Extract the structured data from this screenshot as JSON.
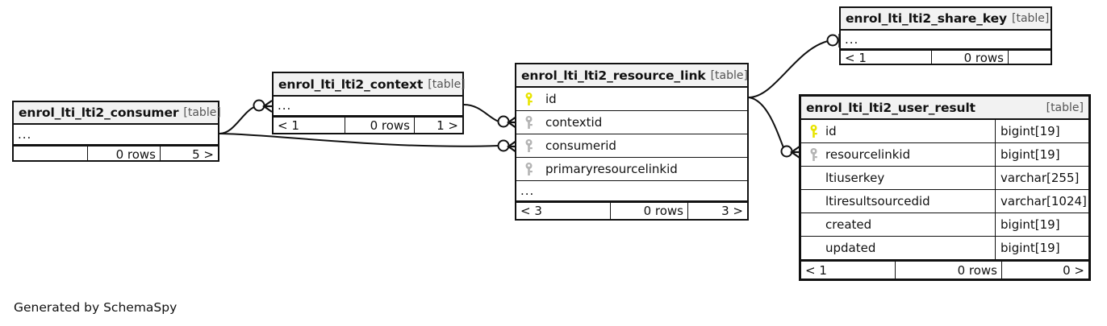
{
  "diagram": {
    "title_suffix": "[table]",
    "credit": "Generated by SchemaSpy",
    "colors": {
      "pk_key": "#e8e400",
      "fk_key": "#b4b4b4",
      "header_bg": "#f2f2f2",
      "border": "#111111"
    }
  },
  "tables": [
    {
      "name": "enrol_lti_lti2_consumer",
      "kind": "[table]",
      "ellipsis": "...",
      "columns": [],
      "footer": {
        "left": "",
        "middle": "0 rows",
        "right": "5 >"
      }
    },
    {
      "name": "enrol_lti_lti2_context",
      "kind": "[table]",
      "ellipsis": "...",
      "columns": [],
      "footer": {
        "left": "< 1",
        "middle": "0 rows",
        "right": "1 >"
      }
    },
    {
      "name": "enrol_lti_lti2_resource_link",
      "kind": "[table]",
      "ellipsis": "...",
      "columns": [
        {
          "key": "pk",
          "name": "id",
          "type": ""
        },
        {
          "key": "fk",
          "name": "contextid",
          "type": ""
        },
        {
          "key": "fk",
          "name": "consumerid",
          "type": ""
        },
        {
          "key": "fk",
          "name": "primaryresourcelinkid",
          "type": ""
        }
      ],
      "footer": {
        "left": "< 3",
        "middle": "0 rows",
        "right": "3 >"
      }
    },
    {
      "name": "enrol_lti_lti2_share_key",
      "kind": "[table]",
      "ellipsis": "...",
      "columns": [],
      "footer": {
        "left": "< 1",
        "middle": "0 rows",
        "right": ""
      }
    },
    {
      "name": "enrol_lti_lti2_user_result",
      "kind": "[table]",
      "ellipsis": "",
      "columns": [
        {
          "key": "pk",
          "name": "id",
          "type": "bigint[19]"
        },
        {
          "key": "fk",
          "name": "resourcelinkid",
          "type": "bigint[19]"
        },
        {
          "key": "none",
          "name": "ltiuserkey",
          "type": "varchar[255]"
        },
        {
          "key": "none",
          "name": "ltiresultsourcedid",
          "type": "varchar[1024]"
        },
        {
          "key": "none",
          "name": "created",
          "type": "bigint[19]"
        },
        {
          "key": "none",
          "name": "updated",
          "type": "bigint[19]"
        }
      ],
      "footer": {
        "left": "< 1",
        "middle": "0 rows",
        "right": "0 >"
      }
    }
  ],
  "relationships": [
    {
      "from": "enrol_lti_lti2_consumer",
      "to": "enrol_lti_lti2_context",
      "end": "crowsfoot"
    },
    {
      "from": "enrol_lti_lti2_consumer",
      "to": "enrol_lti_lti2_resource_link",
      "end": "crowsfoot"
    },
    {
      "from": "enrol_lti_lti2_context",
      "to": "enrol_lti_lti2_resource_link",
      "end": "crowsfoot"
    },
    {
      "from": "enrol_lti_lti2_resource_link",
      "to": "enrol_lti_lti2_share_key",
      "end": "bar"
    },
    {
      "from": "enrol_lti_lti2_resource_link",
      "to": "enrol_lti_lti2_user_result",
      "end": "crowsfoot"
    }
  ]
}
